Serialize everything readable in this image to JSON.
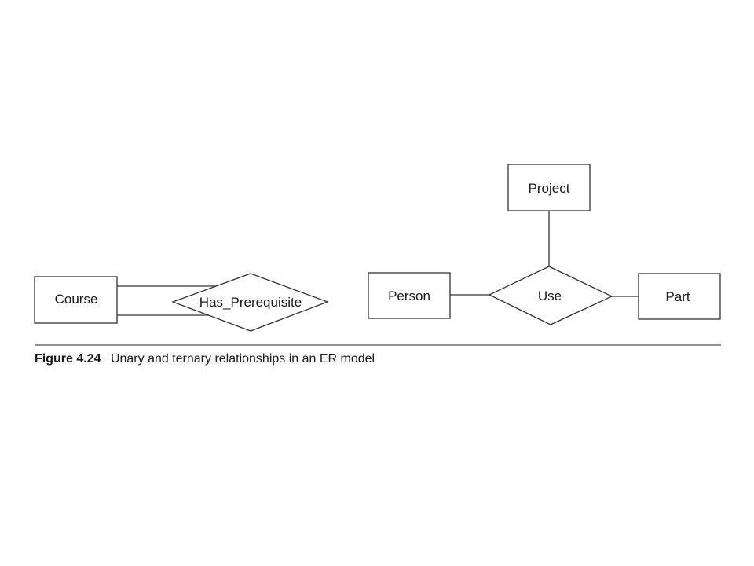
{
  "entities": {
    "course": "Course",
    "person": "Person",
    "project": "Project",
    "part": "Part"
  },
  "relationships": {
    "has_prerequisite": "Has_Prerequisite",
    "use": "Use"
  },
  "caption": {
    "number": "Figure 4.24",
    "text": "Unary and ternary relationships in an ER model"
  }
}
